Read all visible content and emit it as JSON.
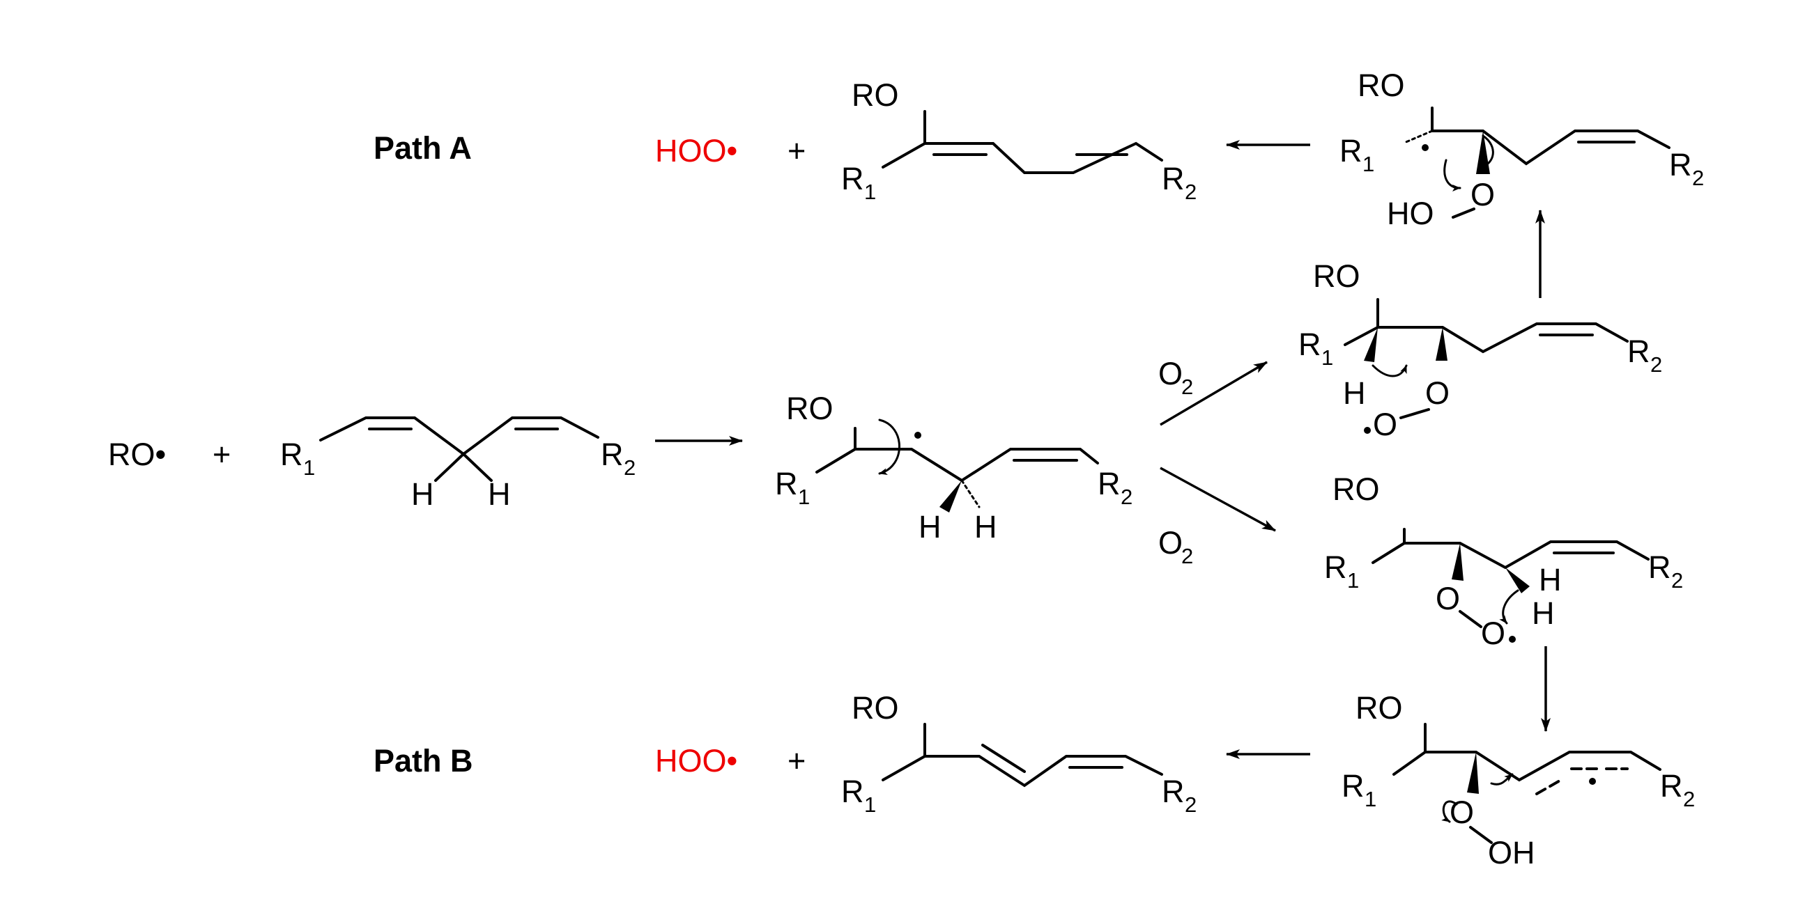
{
  "paths": {
    "a_label": "Path A",
    "b_label": "Path B"
  },
  "species": {
    "hoo_radical": "HOO•",
    "ro_radical": "RO•",
    "plus": "+",
    "ro": "RO",
    "r": "R",
    "sub_1": "1",
    "sub_2": "2",
    "h": "H",
    "ho": "HO",
    "oh": "OH",
    "o": "O",
    "o2_main": "O",
    "o2_sub": "2",
    "dot": "•"
  },
  "colors": {
    "highlight": "#ee0000",
    "ink": "#000000"
  }
}
